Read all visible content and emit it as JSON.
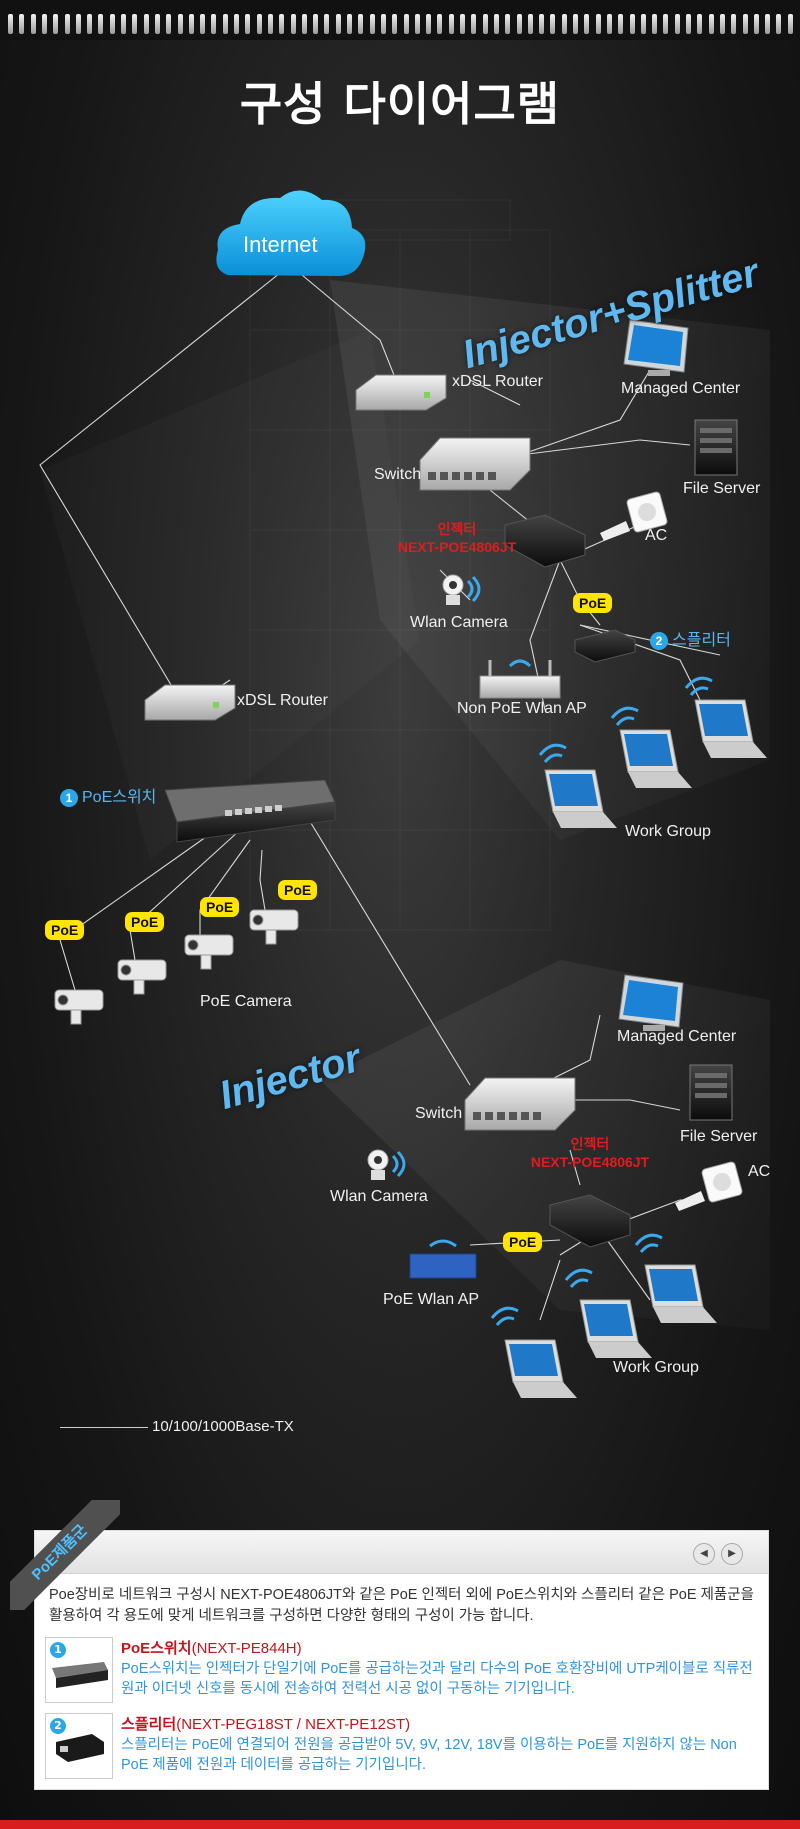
{
  "title": "구성 다이어그램",
  "cloud": "Internet",
  "section_labels": {
    "top": "Injector+Splitter",
    "bottom": "Injector"
  },
  "top_section": {
    "xdsl_router": "xDSL Router",
    "managed_center": "Managed Center",
    "switch": "Switch",
    "file_server": "File Server",
    "injector_name": "인젝터",
    "injector_model": "NEXT-POE4806JT",
    "ac": "AC",
    "wlan_camera": "Wlan Camera",
    "poe_badge": "PoE",
    "splitter_num": "2",
    "splitter": "스플리터",
    "non_poe_ap": "Non PoE Wlan AP",
    "work_group": "Work Group"
  },
  "middle_section": {
    "xdsl_router": "xDSL Router",
    "poe_switch_num": "1",
    "poe_switch": "PoE스위치",
    "poe_badges": [
      "PoE",
      "PoE",
      "PoE",
      "PoE"
    ],
    "poe_camera": "PoE Camera"
  },
  "bottom_section": {
    "managed_center": "Managed Center",
    "switch": "Switch",
    "file_server": "File Server",
    "injector_name": "인젝터",
    "injector_model": "NEXT-POE4806JT",
    "ac": "AC",
    "wlan_camera": "Wlan Camera",
    "poe_badge": "PoE",
    "poe_ap": "PoE Wlan AP",
    "work_group": "Work Group"
  },
  "legend": "10/100/1000Base-TX",
  "panel": {
    "ribbon": "PoE제품군",
    "nav_prev": "◀",
    "nav_next": "▶",
    "intro": "Poe장비로 네트워크 구성시 NEXT-POE4806JT와 같은 PoE 인젝터 외에 PoE스위치와 스플리터 같은 PoE 제품군을 활용하여 각 용도에 맞게 네트워크를 구성하면 다양한 형태의 구성이 가능 합니다.",
    "items": [
      {
        "num": "1",
        "name": "PoE스위치",
        "model": "(NEXT-PE844H)",
        "desc": "PoE스위치는 인젝터가 단일기에 PoE를 공급하는것과  달리 다수의 PoE 호환장비에 UTP케이블로 직류전원과 이더넷 신호를 동시에 전송하여 전력선 시공 없이 구동하는 기기입니다."
      },
      {
        "num": "2",
        "name": "스플리터",
        "model": "(NEXT-PEG18ST / NEXT-PE12ST)",
        "desc": "스플리터는 PoE에 연결되어 전원을 공급받아 5V, 9V, 12V, 18V를 이용하는 PoE를 지원하지 않는 Non PoE 제품에 전원과 데이터를 공급하는 기기입니다."
      }
    ]
  },
  "colors": {
    "accent_blue": "#5fb8f0",
    "injector_red": "#e01c1c",
    "poe_yellow": "#ffe500",
    "footer_red": "#d91c1c"
  }
}
